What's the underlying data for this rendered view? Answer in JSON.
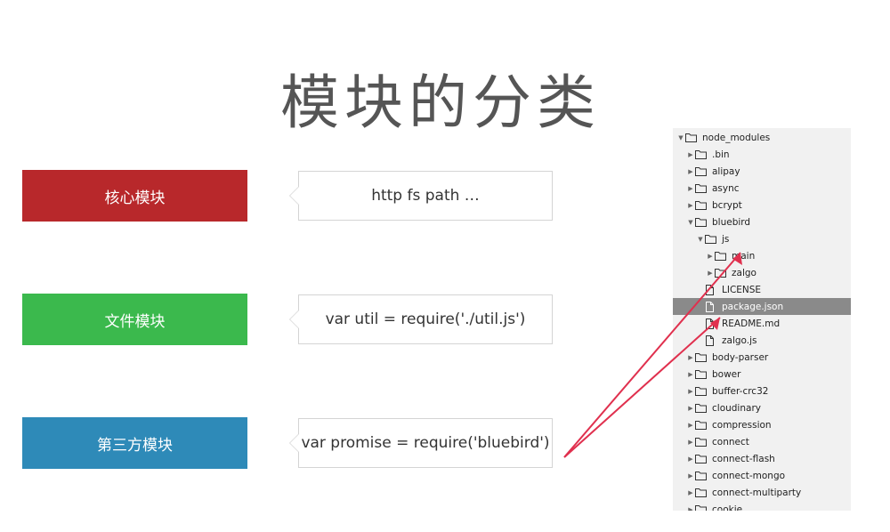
{
  "slide": {
    "title": "模块的分类"
  },
  "categories": [
    {
      "label": "核心模块",
      "color": "#b8282b",
      "example": "http fs path …"
    },
    {
      "label": "文件模块",
      "color": "#3bb94d",
      "example": "var util = require('./util.js')"
    },
    {
      "label": "第三方模块",
      "color": "#2e8ab8",
      "example": "var promise = require('bluebird')"
    }
  ],
  "file_tree": {
    "rows": [
      {
        "name": "node_modules",
        "depth": 0,
        "kind": "folder",
        "expanded": true
      },
      {
        "name": ".bin",
        "depth": 1,
        "kind": "folder",
        "expanded": false
      },
      {
        "name": "alipay",
        "depth": 1,
        "kind": "folder",
        "expanded": false
      },
      {
        "name": "async",
        "depth": 1,
        "kind": "folder",
        "expanded": false
      },
      {
        "name": "bcrypt",
        "depth": 1,
        "kind": "folder",
        "expanded": false
      },
      {
        "name": "bluebird",
        "depth": 1,
        "kind": "folder",
        "expanded": true
      },
      {
        "name": "js",
        "depth": 2,
        "kind": "folder",
        "expanded": true
      },
      {
        "name": "main",
        "depth": 3,
        "kind": "folder",
        "expanded": false
      },
      {
        "name": "zalgo",
        "depth": 3,
        "kind": "folder",
        "expanded": false
      },
      {
        "name": "LICENSE",
        "depth": 2,
        "kind": "file"
      },
      {
        "name": "package.json",
        "depth": 2,
        "kind": "file",
        "selected": true
      },
      {
        "name": "README.md",
        "depth": 2,
        "kind": "file"
      },
      {
        "name": "zalgo.js",
        "depth": 2,
        "kind": "file"
      },
      {
        "name": "body-parser",
        "depth": 1,
        "kind": "folder",
        "expanded": false
      },
      {
        "name": "bower",
        "depth": 1,
        "kind": "folder",
        "expanded": false
      },
      {
        "name": "buffer-crc32",
        "depth": 1,
        "kind": "folder",
        "expanded": false
      },
      {
        "name": "cloudinary",
        "depth": 1,
        "kind": "folder",
        "expanded": false
      },
      {
        "name": "compression",
        "depth": 1,
        "kind": "folder",
        "expanded": false
      },
      {
        "name": "connect",
        "depth": 1,
        "kind": "folder",
        "expanded": false
      },
      {
        "name": "connect-flash",
        "depth": 1,
        "kind": "folder",
        "expanded": false
      },
      {
        "name": "connect-mongo",
        "depth": 1,
        "kind": "folder",
        "expanded": false
      },
      {
        "name": "connect-multiparty",
        "depth": 1,
        "kind": "folder",
        "expanded": false
      },
      {
        "name": "cookie",
        "depth": 1,
        "kind": "folder",
        "expanded": false
      }
    ]
  },
  "annotation": {
    "color": "#e0304e"
  },
  "icons": {
    "folder": "folder-icon",
    "file": "file-icon",
    "expanded": "disclosure-down-icon",
    "collapsed": "disclosure-right-icon"
  }
}
